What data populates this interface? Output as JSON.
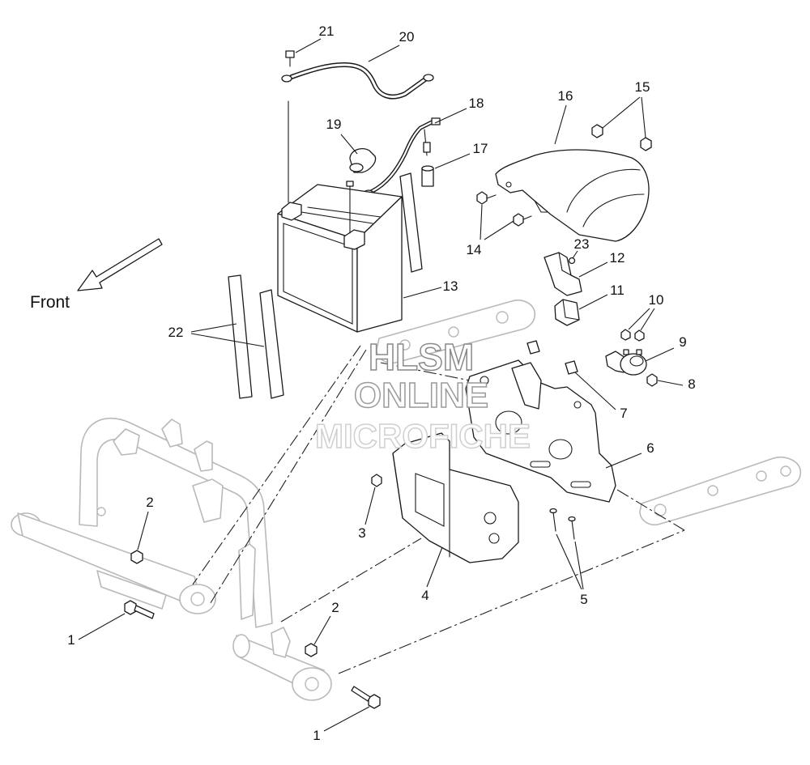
{
  "front_label": "Front",
  "watermark": [
    "HLSM",
    "ONLINE",
    "MICROFICHE"
  ],
  "callouts": [
    "21",
    "20",
    "19",
    "18",
    "17",
    "16",
    "15",
    "14",
    "23",
    "12",
    "11",
    "10",
    "9",
    "8",
    "7",
    "6",
    "13",
    "22",
    "2",
    "3",
    "4",
    "5",
    "1",
    "2",
    "1"
  ]
}
